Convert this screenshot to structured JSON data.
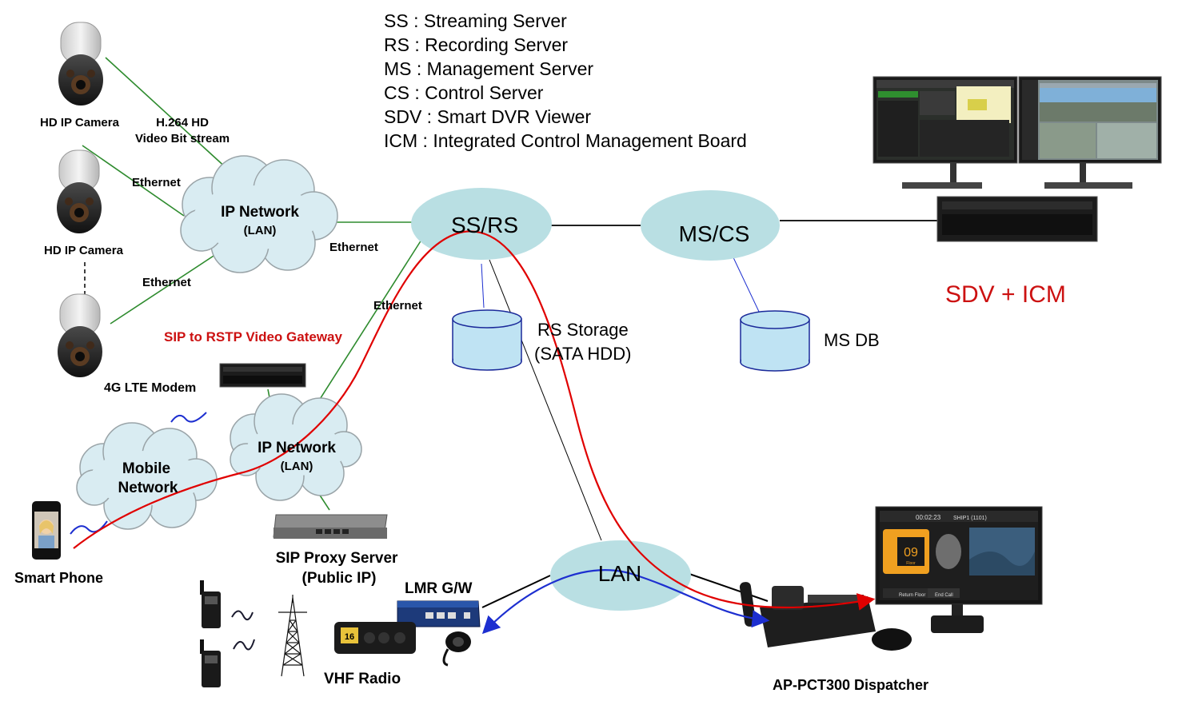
{
  "legend": {
    "ss": "SS : Streaming Server",
    "rs": "RS : Recording Server",
    "ms": "MS : Management Server",
    "cs": "CS : Control Server",
    "sdv": "SDV : Smart DVR Viewer",
    "icm": "ICM : Integrated Control Management Board"
  },
  "nodes": {
    "camera1": "HD IP Camera",
    "camera2": "HD IP Camera",
    "h264_line1": "H.264 HD",
    "h264_line2": "Video Bit stream",
    "ip_network_top_line1": "IP Network",
    "ip_network_top_line2": "(LAN)",
    "ss_rs": "SS/RS",
    "ms_cs": "MS/CS",
    "rs_storage_line1": "RS Storage",
    "rs_storage_line2": "(SATA HDD)",
    "ms_db": "MS DB",
    "sdv_icm": "SDV + ICM",
    "sip_gateway": "SIP to RSTP Video Gateway",
    "lte_modem": "4G LTE Modem",
    "mobile_network_line1": "Mobile",
    "mobile_network_line2": "Network",
    "ip_network_bottom_line1": "IP Network",
    "ip_network_bottom_line2": "(LAN)",
    "smart_phone": "Smart Phone",
    "sip_proxy_line1": "SIP Proxy Server",
    "sip_proxy_line2": "(Public IP)",
    "lmr_gw": "LMR G/W",
    "lan": "LAN",
    "vhf_radio": "VHF Radio",
    "dispatcher": "AP-PCT300 Dispatcher"
  },
  "links": {
    "ethernet_1": "Ethernet",
    "ethernet_2": "Ethernet",
    "ethernet_3": "Ethernet",
    "ethernet_4": "Ethernet"
  },
  "screen": {
    "time": "00:02:23",
    "ship": "SHIP1 (1101)",
    "floor_number": "09",
    "floor_label": "Floor",
    "return_floor": "Return Floor",
    "end_call": "End Call",
    "radio_channel": "16"
  },
  "colors": {
    "cloud": "#d9ecf2",
    "ellipse": "#b9dfe3",
    "db": "#bfe3f3",
    "green_link": "#2e8b2e",
    "red_path": "#e00000",
    "blue_path": "#1d2fd0",
    "title_red": "#cc1111"
  }
}
